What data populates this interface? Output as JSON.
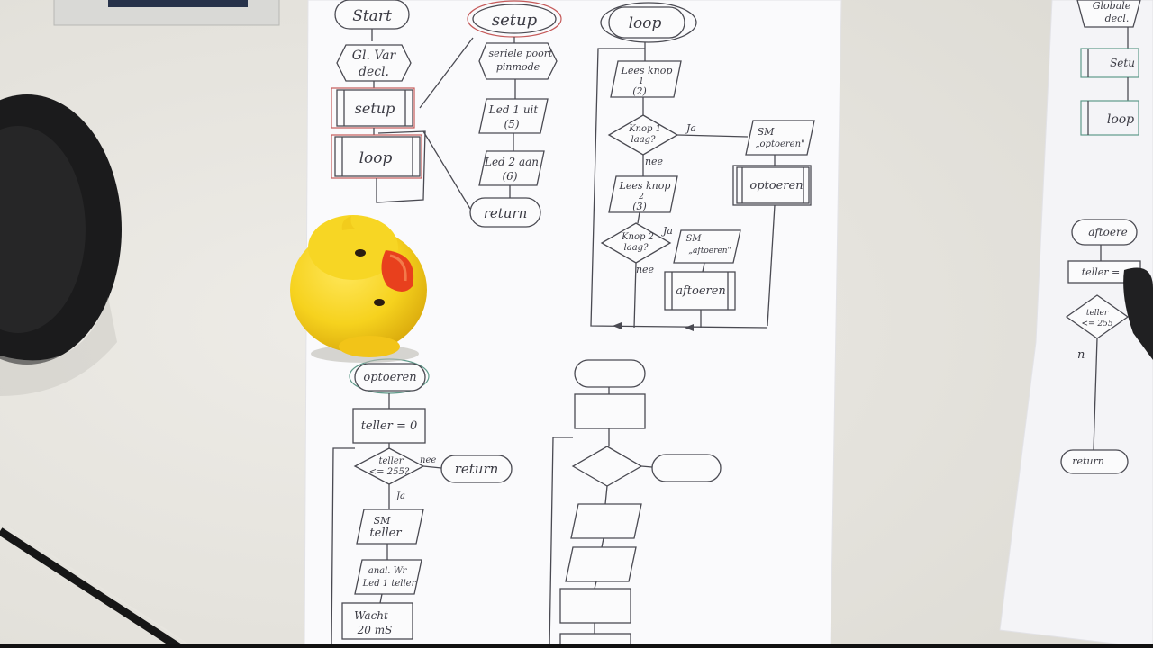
{
  "left_sheet": {
    "main": {
      "start": "Start",
      "gl_var_1": "Gl. Var",
      "gl_var_2": "decl.",
      "setup": "setup",
      "loop": "loop"
    },
    "setup_proc": {
      "title": "setup",
      "step1_1": "seriele poort",
      "step1_2": "pinmode",
      "step2_1": "Led 1 uit",
      "step2_2": "(5)",
      "step3_1": "Led 2 aan",
      "step3_2": "(6)",
      "return": "return"
    },
    "loop_proc": {
      "title": "loop",
      "read1_1": "Lees knop",
      "read1_2": "1",
      "read1_3": "(2)",
      "dec1_1": "Knop 1",
      "dec1_2": "laag?",
      "yes1": "Ja",
      "no1": "nee",
      "sm1_1": "SM",
      "sm1_2": "„optoeren\"",
      "sub1": "optoeren",
      "read2_1": "Lees knop",
      "read2_2": "2",
      "read2_3": "(3)",
      "dec2_1": "Knop 2",
      "dec2_2": "laag?",
      "yes2": "Ja",
      "no2": "nee",
      "sm2_1": "SM",
      "sm2_2": "„aftoeren\"",
      "sub2": "aftoeren"
    },
    "optoeren_proc": {
      "title": "optoeren",
      "init": "teller = 0",
      "dec_1": "teller",
      "dec_2": "<= 255?",
      "no": "nee",
      "return": "return",
      "yes": "Ja",
      "sm_1": "SM",
      "sm_2": "teller",
      "aw_1": "anal. Wr",
      "aw_2": "Led 1 teller",
      "wait_1": "Wacht",
      "wait_2": "20 mS"
    }
  },
  "right_sheet": {
    "g1": "Globale",
    "g2": "decl.",
    "setup": "Setu",
    "loop": "loop",
    "title": "aftoere",
    "init": "teller =",
    "dec_1": "teller",
    "dec_2": "<= 255",
    "no": "n",
    "return": "return"
  },
  "colors": {
    "paper": "#fafafc",
    "desk": "#e9e7e1",
    "ink": "#4a4a52",
    "duck": "#f6d21e",
    "beak": "#e8401d"
  }
}
